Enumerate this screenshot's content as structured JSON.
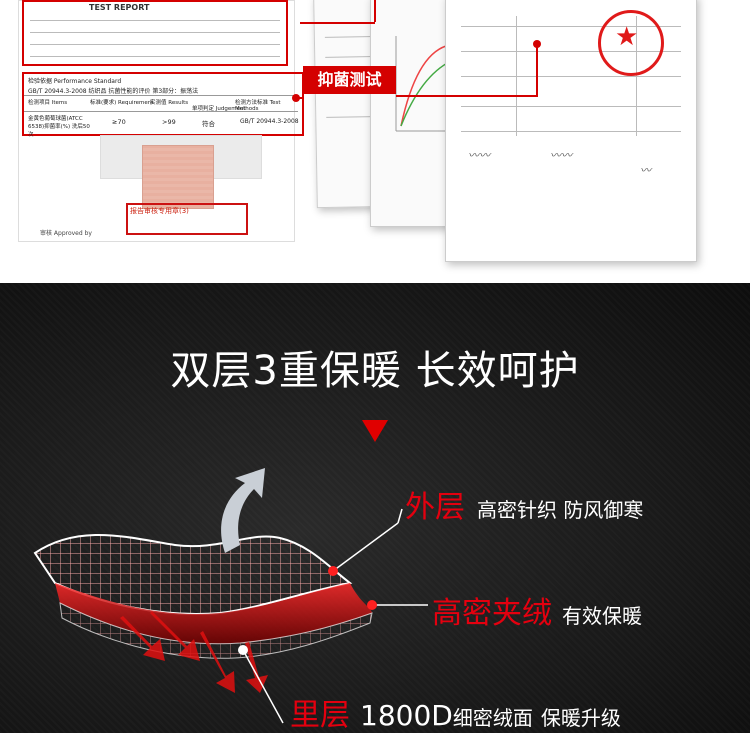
{
  "report": {
    "title": "TEST REPORT",
    "standard_label": "检验依据 Performance Standard",
    "standard_value": "GB/T 20944.3-2008 纺织品 抗菌性能的评价 第3部分：振荡法",
    "col_headers": [
      "检测项目 Items",
      "标准(要求) Requirement",
      "实测值 Results",
      "单项判定 Judgement",
      "检测方法标准 Test Methods"
    ],
    "row": [
      "金黄色葡萄球菌(ATCC 6538)抑菌率(%) 洗后50次",
      "≥70",
      ">99",
      "符合",
      "GB/T 20944.3-2008"
    ],
    "stamp_text": "报告审核专用章(3)",
    "approved_label": "审核 Approved by"
  },
  "callout": {
    "label": "抑菌测试"
  },
  "headline": {
    "text": "双层3重保暖 长效呵护"
  },
  "layers": {
    "outer": {
      "title": "外层",
      "desc": "高密针织 防风御寒"
    },
    "middle": {
      "title": "高密夹绒",
      "desc": "有效保暖"
    },
    "inner": {
      "title": "里层",
      "spec": "1800D",
      "desc": "细密绒面",
      "desc2": "保暖升级"
    }
  },
  "colors": {
    "accent_red": "#e4000f",
    "dark_bg": "#1a1a1a",
    "callout_red": "#d40000"
  },
  "icons": [
    "up-arrow-icon",
    "down-triangle-icon",
    "red-arrows-icon"
  ]
}
